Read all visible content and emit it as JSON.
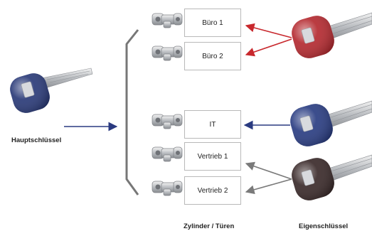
{
  "master_key": {
    "label": "Hauptschlüssel",
    "color": "#2a3a78",
    "icon": "master-key-icon"
  },
  "doors": [
    {
      "label": "Büro 1"
    },
    {
      "label": "Büro 2"
    },
    {
      "label": "IT"
    },
    {
      "label": "Vertrieb 1"
    },
    {
      "label": "Vertrieb 2"
    }
  ],
  "own_keys": [
    {
      "icon": "red-key-icon",
      "color": "#b42a30",
      "arrow_color": "#c8282d",
      "opens": [
        "Büro 1",
        "Büro 2"
      ]
    },
    {
      "icon": "blue-key-icon",
      "color": "#2a3d82",
      "arrow_color": "#2a3a80",
      "opens": [
        "IT"
      ]
    },
    {
      "icon": "black-key-icon",
      "color": "#3a2a2a",
      "arrow_color": "#7a7a7a",
      "opens": [
        "Vertrieb 1",
        "Vertrieb 2"
      ]
    }
  ],
  "column_labels": {
    "cylinders": "Zylinder / Türen",
    "own_keys": "Eigenschlüssel"
  },
  "colors": {
    "master_arrow": "#2a3a80",
    "bracket": "#777777",
    "cylinder": "#b8bcc0"
  }
}
